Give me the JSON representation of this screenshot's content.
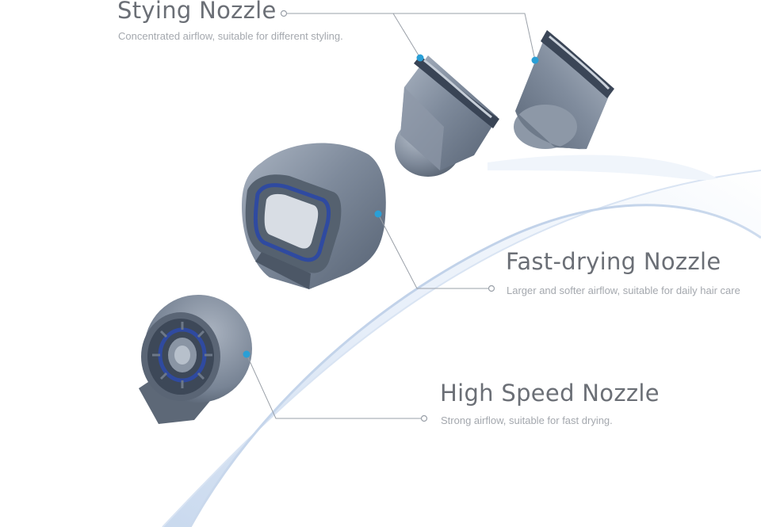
{
  "nozzles": [
    {
      "title": "Stying Nozzle",
      "description": "Concentrated airflow, suitable for different styling."
    },
    {
      "title": "Fast-drying Nozzle",
      "description": "Larger and softer airflow, suitable for daily hair care"
    },
    {
      "title": "High Speed Nozzle",
      "description": "Strong airflow, suitable for fast drying."
    }
  ],
  "colors": {
    "accent_dot": "#2a9fd6",
    "leader_line": "#9aa0a8",
    "nozzle_body": "#7f8b9c",
    "ribbon": "#dfe9f6",
    "inner_ring": "#3a55a8"
  },
  "icons": [
    "styling-nozzle-image",
    "fast-drying-nozzle-image",
    "high-speed-nozzle-image"
  ]
}
